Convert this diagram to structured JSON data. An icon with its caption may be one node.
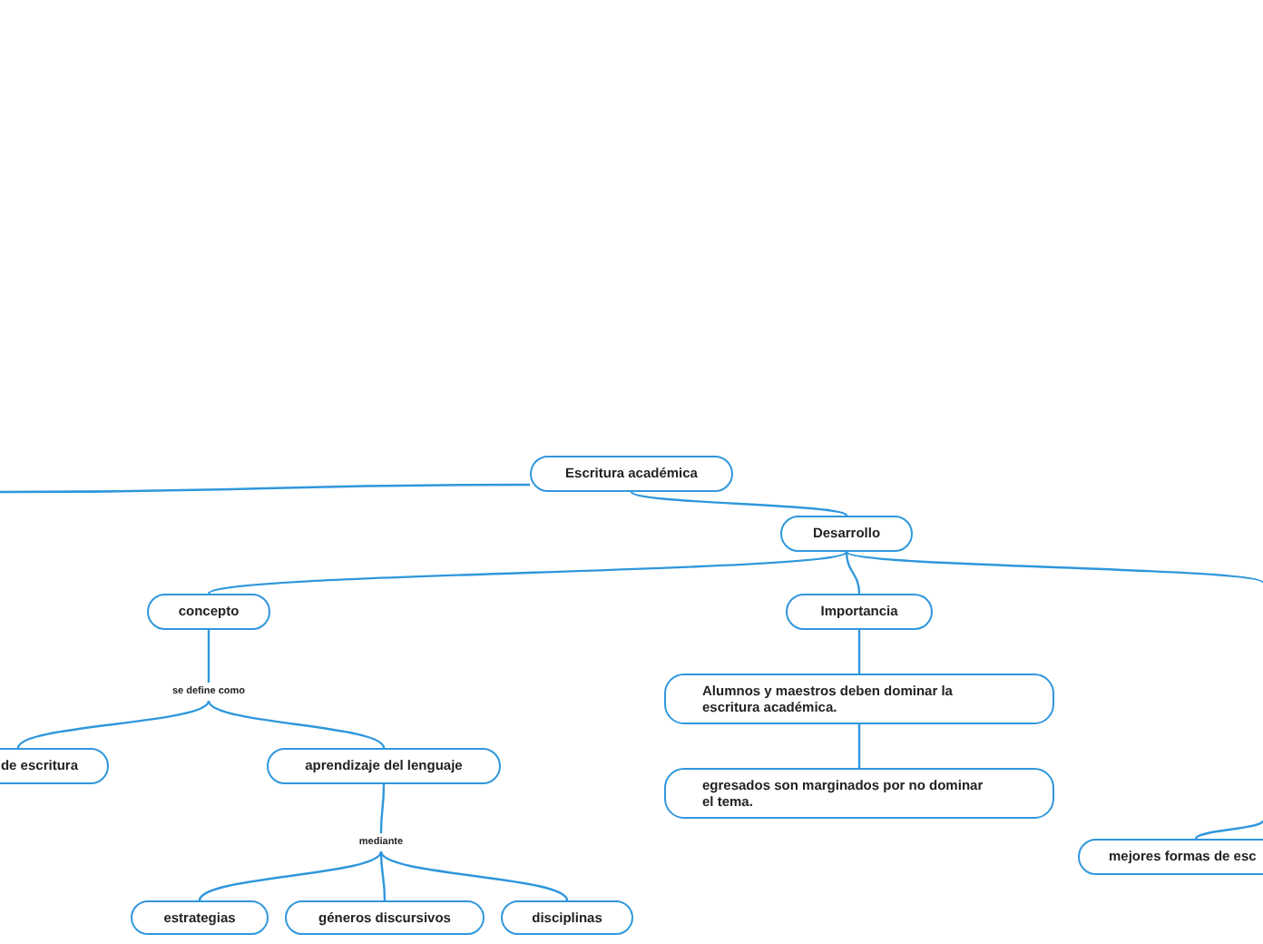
{
  "diagram": {
    "nodes": [
      {
        "text": [
          "Escritura académica"
        ]
      },
      {
        "text": [
          "Desarrollo"
        ]
      },
      {
        "text": [
          "concepto"
        ]
      },
      {
        "text": [
          "Importancia"
        ]
      },
      {
        "text": [
          "se define como"
        ]
      },
      {
        "text": [
          "de escritura"
        ]
      },
      {
        "text": [
          "aprendizaje del lenguaje"
        ]
      },
      {
        "text": [
          "mediante"
        ]
      },
      {
        "text": [
          "estrategias"
        ]
      },
      {
        "text": [
          "géneros discursivos"
        ]
      },
      {
        "text": [
          "disciplinas"
        ]
      },
      {
        "text": [
          "Alumnos y maestros deben dominar la escritura académica."
        ]
      },
      {
        "text": [
          "egresados son marginados por no dominar el tema."
        ]
      },
      {
        "text": [
          "mejores formas de esc"
        ]
      }
    ],
    "edges": [
      {
        "from": 0,
        "to": null,
        "arrow": "none"
      },
      {
        "from": 0,
        "to": 1,
        "arrow": "none"
      },
      {
        "from": 1,
        "to": 2,
        "arrow": "none"
      },
      {
        "from": 1,
        "to": 3,
        "arrow": "none"
      },
      {
        "from": 1,
        "to": null,
        "arrow": "none"
      },
      {
        "from": 2,
        "to": 4,
        "arrow": "none"
      },
      {
        "from": 4,
        "to": 5,
        "arrow": "none"
      },
      {
        "from": 4,
        "to": 6,
        "arrow": "none"
      },
      {
        "from": 6,
        "to": 7,
        "arrow": "none"
      },
      {
        "from": 7,
        "to": 8,
        "arrow": "none"
      },
      {
        "from": 7,
        "to": 9,
        "arrow": "none"
      },
      {
        "from": 7,
        "to": 10,
        "arrow": "none"
      },
      {
        "from": 3,
        "to": 11,
        "arrow": "none"
      },
      {
        "from": 11,
        "to": 12,
        "arrow": "none"
      },
      {
        "from": null,
        "to": 13,
        "arrow": "none"
      }
    ]
  }
}
